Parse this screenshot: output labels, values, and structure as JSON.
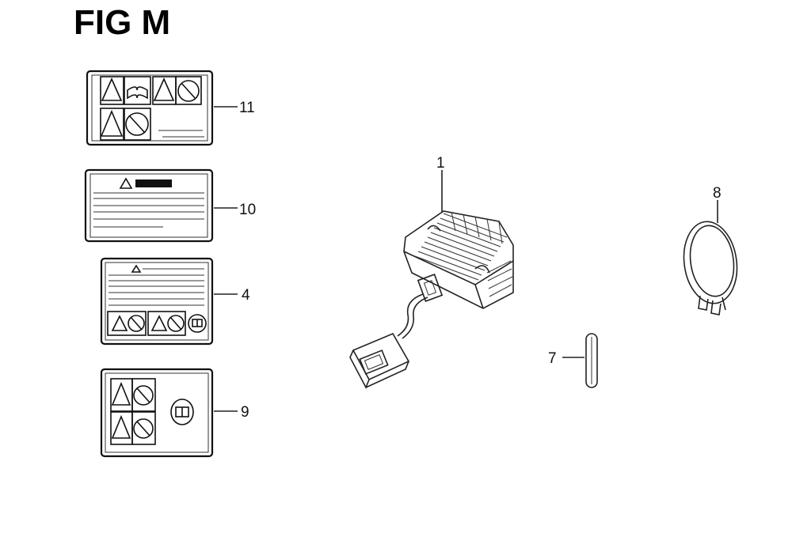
{
  "title": "FIG M",
  "callouts": {
    "p11": "11",
    "p10": "10",
    "p4": "4",
    "p9": "9",
    "p1": "1",
    "p7": "7",
    "p8": "8"
  }
}
